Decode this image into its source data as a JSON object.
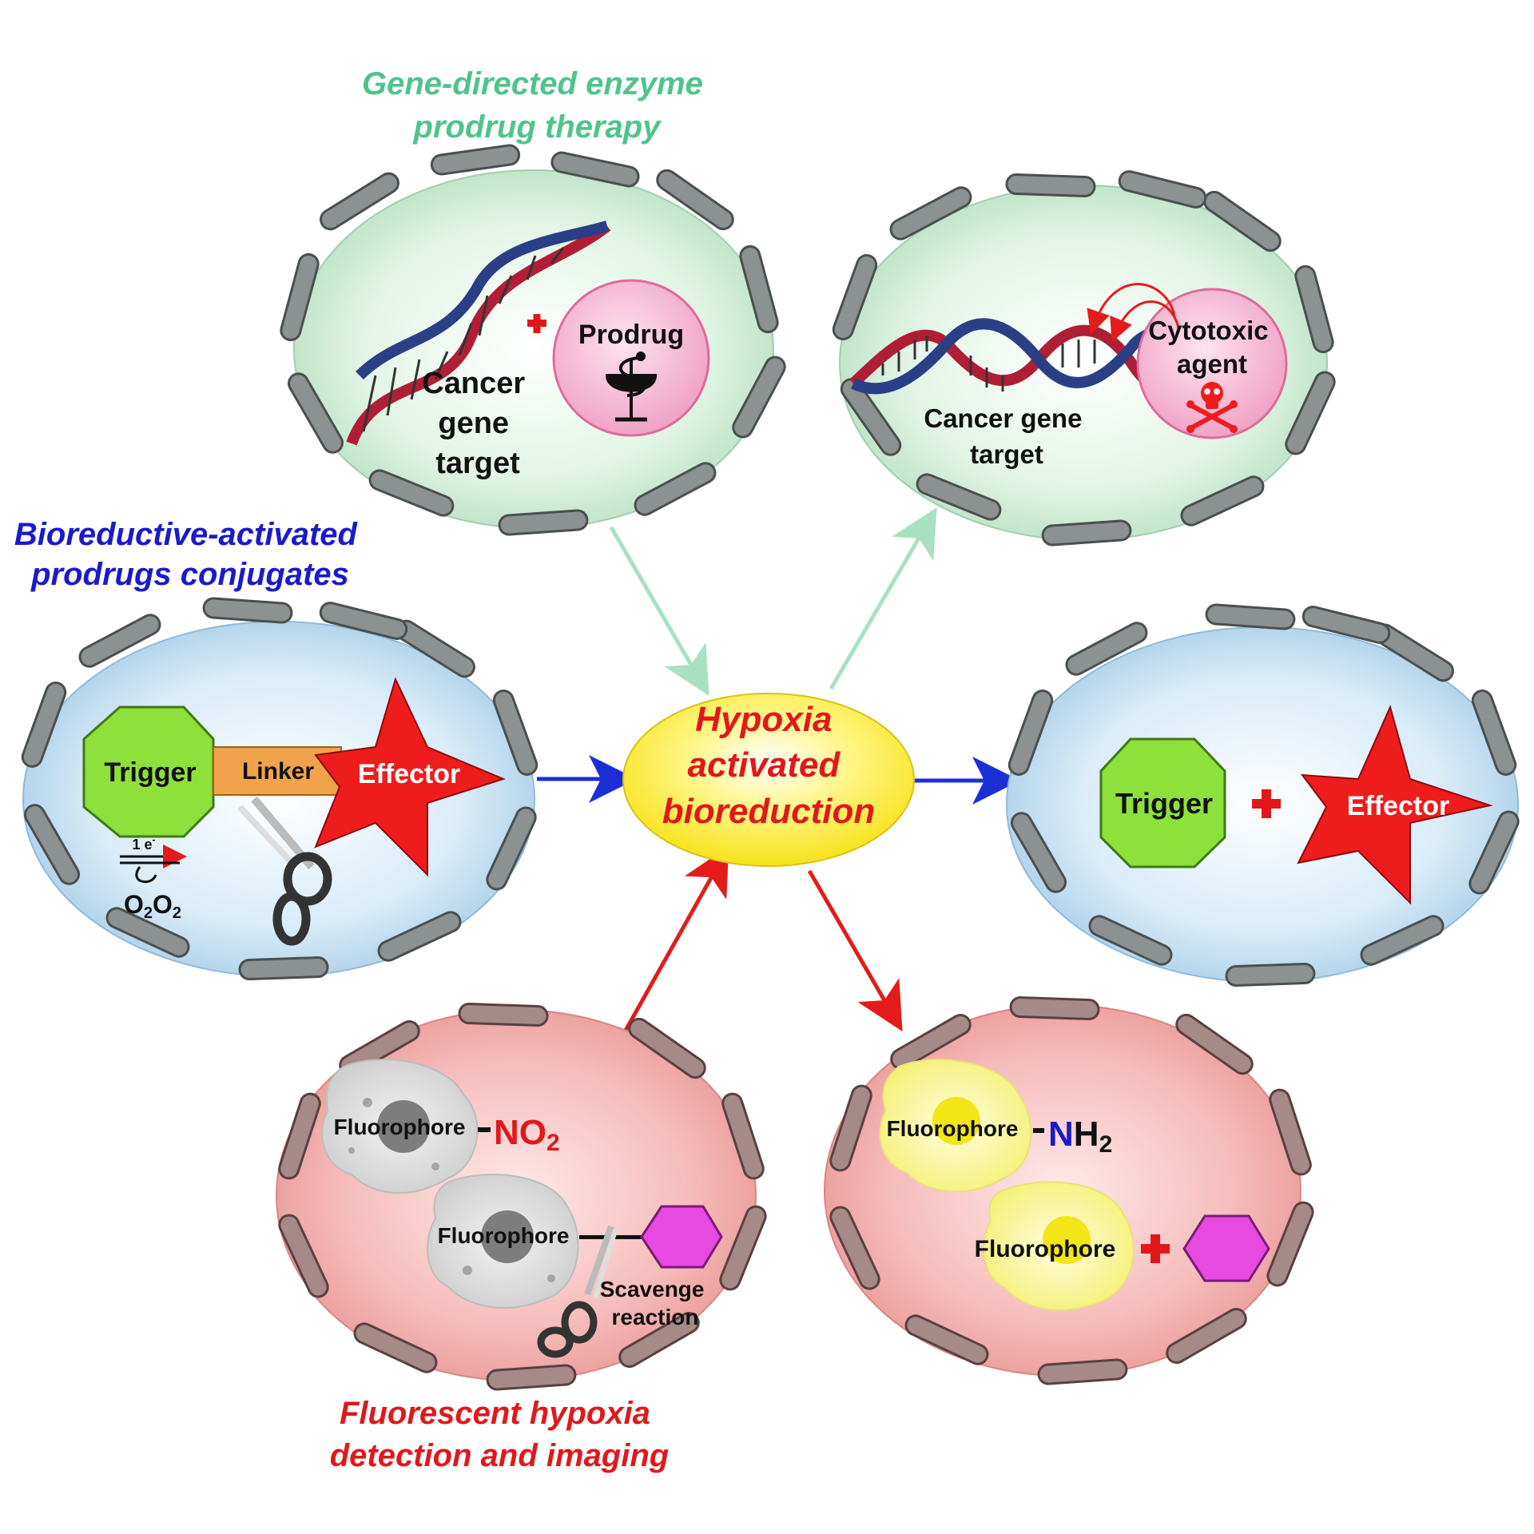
{
  "titles": {
    "gdept_line1": "Gene-directed enzyme",
    "gdept_line2": "prodrug therapy",
    "bioreductive_line1": "Bioreductive-activated",
    "bioreductive_line2": "prodrugs conjugates",
    "fluorescent_line1": "Fluorescent hypoxia",
    "fluorescent_line2": "detection and imaging"
  },
  "center": {
    "line1": "Hypoxia",
    "line2": "activated",
    "line3": "bioreduction"
  },
  "cell_gdept_left": {
    "target_line1": "Cancer",
    "target_line2": "gene",
    "target_line3": "target",
    "prodrug": "Prodrug",
    "plus": "+"
  },
  "cell_gdept_right": {
    "target_line1": "Cancer gene",
    "target_line2": "target",
    "agent_line1": "Cytotoxic",
    "agent_line2": "agent"
  },
  "cell_prodrug_left": {
    "trigger": "Trigger",
    "linker": "Linker",
    "effector": "Effector",
    "electron": "1 e",
    "electron_sup": "-",
    "oxygen": "O",
    "oxygen_sub": "2",
    "superoxide": "O",
    "superoxide_sub": "2"
  },
  "cell_prodrug_right": {
    "trigger": "Trigger",
    "plus": "+",
    "effector": "Effector"
  },
  "cell_fluor_left": {
    "fluorophore1": "Fluorophore",
    "nitro": "NO",
    "nitro_sub": "2",
    "fluorophore2": "Fluorophore",
    "scavenge_line1": "Scavenge",
    "scavenge_line2": "reaction"
  },
  "cell_fluor_right": {
    "fluorophore1": "Fluorophore",
    "amine_n": "N",
    "amine_h": "H",
    "amine_sub": "2",
    "fluorophore2": "Fluorophore",
    "plus": "+"
  },
  "colors": {
    "green_title": "#4fc48a",
    "blue_title": "#1a1acc",
    "red_title": "#e0181c",
    "green_cell": "#d9f1df",
    "blue_cell": "#d3e9f7",
    "red_cell": "#f7c3c1",
    "hypoxia_fill": "#fff04a",
    "green_arrow": "#a8e1c2",
    "blue_arrow": "#1c2fd6",
    "red_arrow": "#e41b1b",
    "trigger": "#8ee03a",
    "linker": "#f0a34a",
    "effector": "#ee1c1c",
    "hexagon": "#e64ae0",
    "prodrug_disc": "#f5b3d3"
  },
  "icons": [
    "dna-helix-icon",
    "caduceus-icon",
    "skull-crossbones-icon",
    "scissors-icon",
    "hexagon-icon",
    "octagon-icon",
    "star-icon",
    "amoeba-cell-icon"
  ]
}
